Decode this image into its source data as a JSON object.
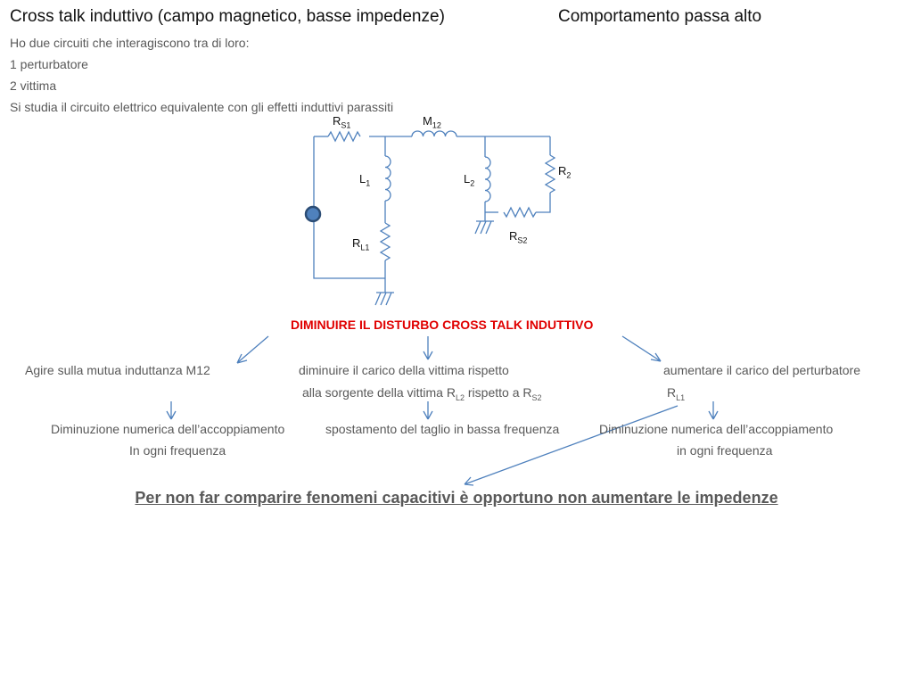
{
  "slide": {
    "title": "Cross talk induttivo (campo magnetico, basse impedenze)",
    "title_right": "Comportamento passa alto",
    "lines": [
      "Ho due circuiti che interagiscono tra di loro:",
      "1 perturbatore",
      "2 vittima",
      "Si studia il circuito elettrico equivalente con gli effetti induttivi parassiti"
    ],
    "circuit": {
      "rs1": {
        "main": "R",
        "sub": "S1"
      },
      "m12": {
        "main": "M",
        "sub": "12"
      },
      "l1": {
        "main": "L",
        "sub": "1"
      },
      "rl1": {
        "main": "R",
        "sub": "L1"
      },
      "l2": {
        "main": "L",
        "sub": "2"
      },
      "r2": {
        "main": "R",
        "sub": "2"
      },
      "rs2": {
        "main": "R",
        "sub": "S2"
      }
    },
    "center_heading": "DIMINUIRE IL DISTURBO CROSS TALK INDUTTIVO",
    "left_branch": {
      "action": "Agire sulla mutua induttanza M12",
      "result_1": "Diminuzione numerica dell’accoppiamento",
      "result_2": "In ogni frequenza"
    },
    "middle_branch": {
      "action_1": "diminuire il carico della vittima rispetto",
      "action_2_pre": "alla sorgente della vittima R",
      "action_2_sub1": "L2",
      "action_2_mid": " rispetto a R",
      "action_2_sub2": "S2",
      "result": "spostamento del taglio in bassa frequenza"
    },
    "right_branch": {
      "action_1": "aumentare il carico del perturbatore",
      "action_2_main": "R",
      "action_2_sub": "L1",
      "result_1": "Diminuzione numerica dell’accoppiamento",
      "result_2": "in ogni frequenza"
    },
    "conclusion": "Per non far comparire fenomeni capacitivi è opportuno non aumentare le impedenze",
    "colors": {
      "wire": "#4f81bd",
      "source_fill": "#4f81bd",
      "source_stroke": "#2c4d75",
      "heading": "#e00000",
      "text": "#595959"
    }
  }
}
